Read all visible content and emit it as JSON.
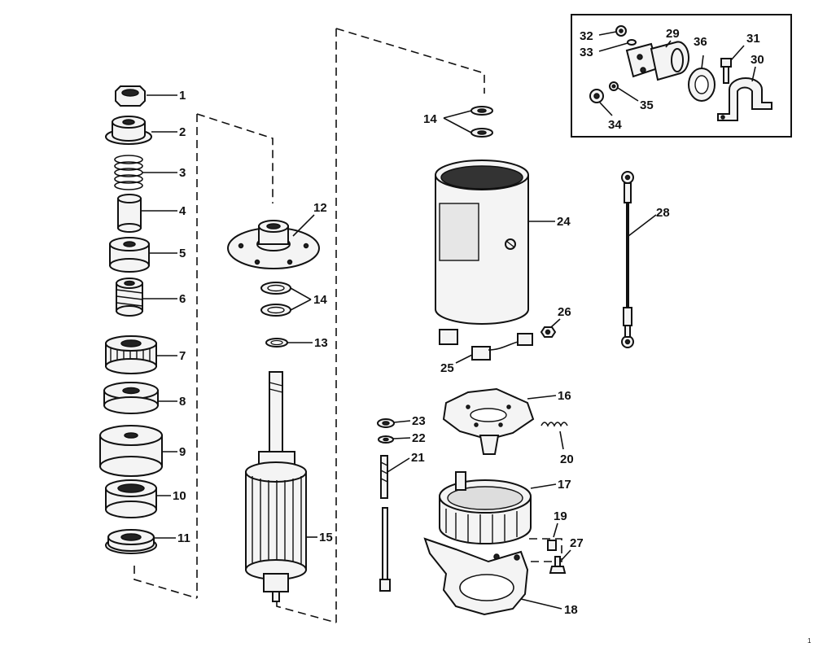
{
  "callouts": {
    "c1": "1",
    "c2": "2",
    "c3": "3",
    "c4": "4",
    "c5": "5",
    "c6": "6",
    "c7": "7",
    "c8": "8",
    "c9": "9",
    "c10": "10",
    "c11": "11",
    "c12": "12",
    "c13": "13",
    "c14a": "14",
    "c14b": "14",
    "c15": "15",
    "c16": "16",
    "c17": "17",
    "c18": "18",
    "c19": "19",
    "c20": "20",
    "c21": "21",
    "c22": "22",
    "c23": "23",
    "c24": "24",
    "c25": "25",
    "c26": "26",
    "c27": "27",
    "c28": "28",
    "c29": "29",
    "c30": "30",
    "c31": "31",
    "c32": "32",
    "c33": "33",
    "c34": "34",
    "c35": "35",
    "c36": "36"
  },
  "page_marker": "1"
}
